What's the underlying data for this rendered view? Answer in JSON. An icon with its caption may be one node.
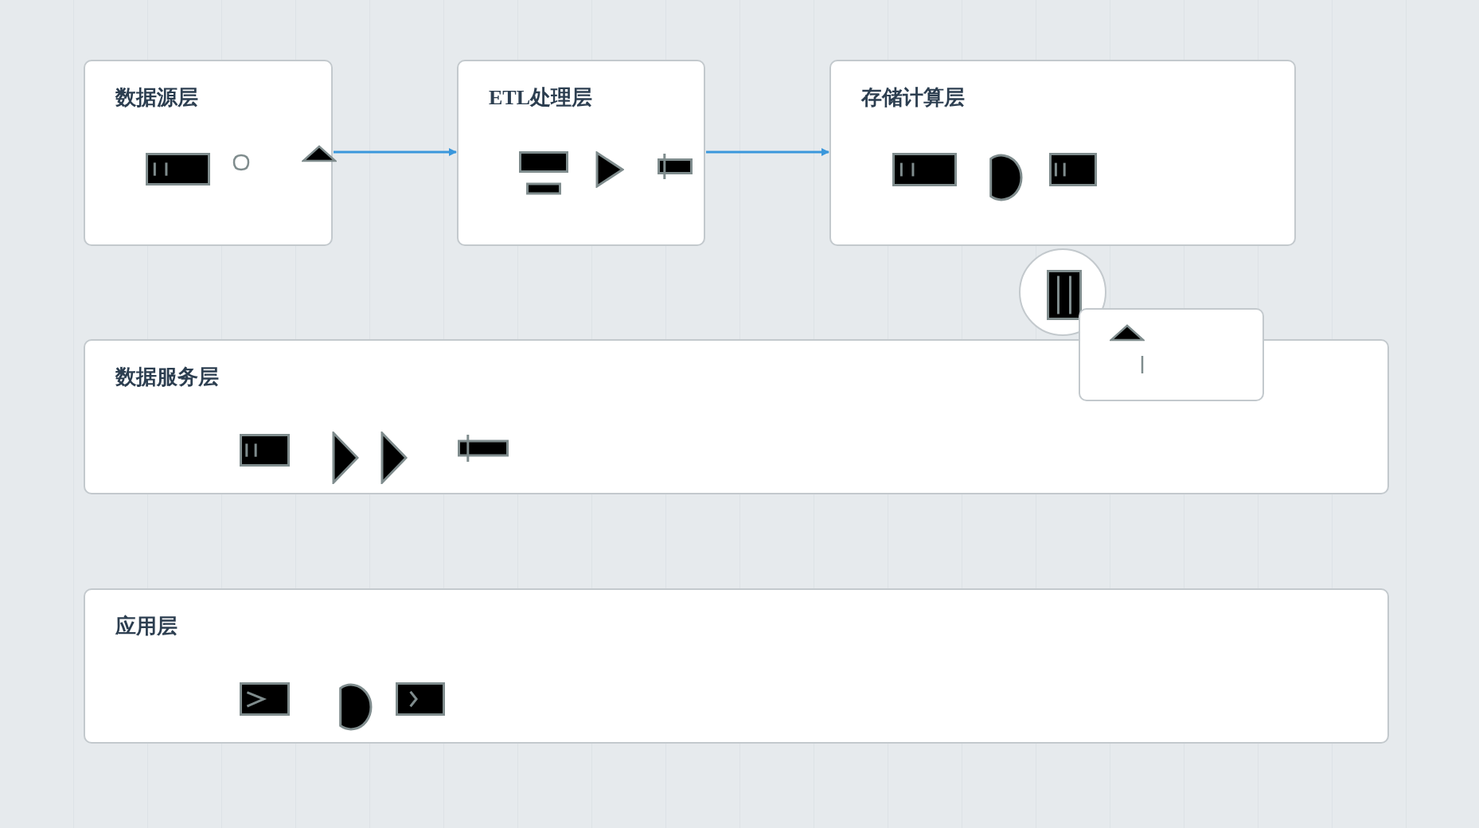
{
  "diagram": {
    "nodes": [
      {
        "text": [
          "数据源层"
        ]
      },
      {
        "text": [
          "ETL处理层"
        ]
      },
      {
        "text": [
          "存储计算层"
        ]
      },
      {
        "text": [
          "数据服务层"
        ]
      },
      {
        "text": [
          "应用层"
        ]
      },
      {
        "text": [],
        "shape": "circle"
      },
      {
        "text": [],
        "shape": "box"
      }
    ],
    "edges": [
      {
        "from": 0,
        "to": 1,
        "arrow": "to"
      },
      {
        "from": 1,
        "to": 2,
        "arrow": "to"
      }
    ]
  }
}
